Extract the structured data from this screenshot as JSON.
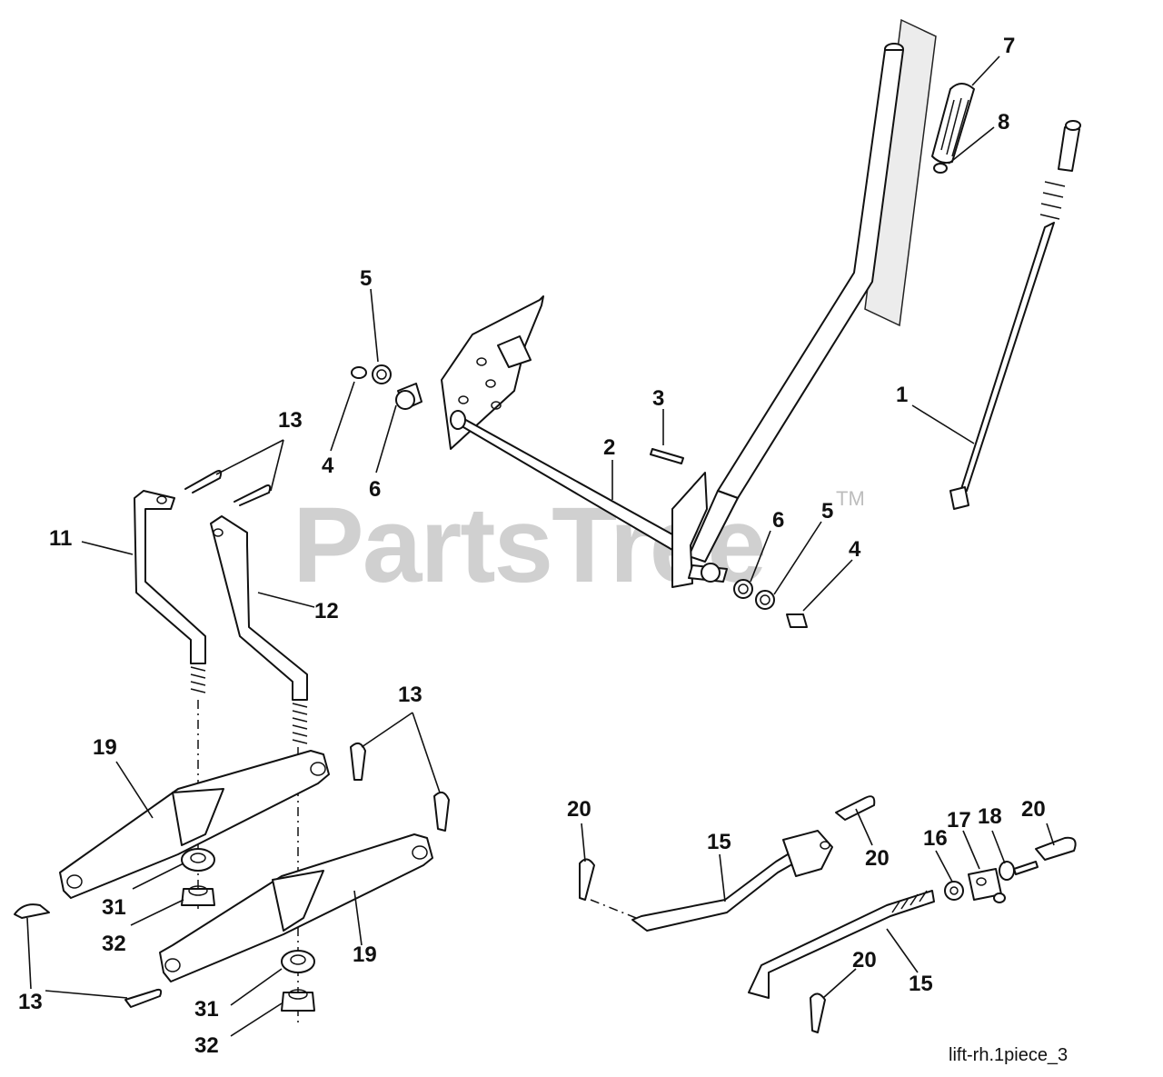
{
  "watermark": {
    "text": "PartsTree",
    "trademark": "TM"
  },
  "diagram_id": "lift-rh.1piece_3",
  "callouts": [
    {
      "id": "c1",
      "label": "1"
    },
    {
      "id": "c2",
      "label": "2"
    },
    {
      "id": "c3",
      "label": "3"
    },
    {
      "id": "c4a",
      "label": "4"
    },
    {
      "id": "c4b",
      "label": "4"
    },
    {
      "id": "c5a",
      "label": "5"
    },
    {
      "id": "c5b",
      "label": "5"
    },
    {
      "id": "c6a",
      "label": "6"
    },
    {
      "id": "c6b",
      "label": "6"
    },
    {
      "id": "c7",
      "label": "7"
    },
    {
      "id": "c8",
      "label": "8"
    },
    {
      "id": "c11",
      "label": "11"
    },
    {
      "id": "c12",
      "label": "12"
    },
    {
      "id": "c13a",
      "label": "13"
    },
    {
      "id": "c13b",
      "label": "13"
    },
    {
      "id": "c13c",
      "label": "13"
    },
    {
      "id": "c15a",
      "label": "15"
    },
    {
      "id": "c15b",
      "label": "15"
    },
    {
      "id": "c16",
      "label": "16"
    },
    {
      "id": "c17",
      "label": "17"
    },
    {
      "id": "c18",
      "label": "18"
    },
    {
      "id": "c19a",
      "label": "19"
    },
    {
      "id": "c19b",
      "label": "19"
    },
    {
      "id": "c20a",
      "label": "20"
    },
    {
      "id": "c20b",
      "label": "20"
    },
    {
      "id": "c20c",
      "label": "20"
    },
    {
      "id": "c20d",
      "label": "20"
    },
    {
      "id": "c31a",
      "label": "31"
    },
    {
      "id": "c31b",
      "label": "31"
    },
    {
      "id": "c32a",
      "label": "32"
    },
    {
      "id": "c32b",
      "label": "32"
    }
  ]
}
